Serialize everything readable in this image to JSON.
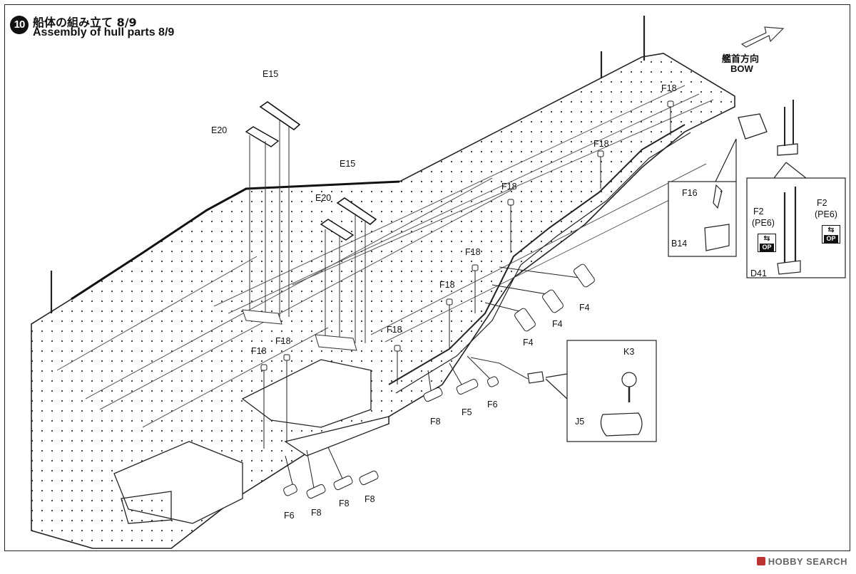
{
  "header": {
    "step_number": "10",
    "title_jp": "船体の組み立て 8/9",
    "title_en": "Assembly of hull parts 8/9"
  },
  "direction": {
    "label_jp": "艦首方向",
    "label_en": "BOW"
  },
  "parts": {
    "e15_a": "E15",
    "e20_a": "E20",
    "e15_b": "E15",
    "e20_b": "E20",
    "f18_1": "F18",
    "f18_2": "F18",
    "f18_3": "F18",
    "f18_4": "F18",
    "f18_5": "F18",
    "f18_6": "F18",
    "f18_7": "F18",
    "f18_8": "F18",
    "f4_1": "F4",
    "f4_2": "F4",
    "f4_3": "F4",
    "f6_1": "F6",
    "f6_2": "F6",
    "f5": "F5",
    "f8_1": "F8",
    "f8_2": "F8",
    "f8_3": "F8",
    "f8_4": "F8"
  },
  "insets": {
    "catapult": {
      "f16": "F16",
      "b14": "B14"
    },
    "mast": {
      "f2_left": "F2",
      "pe6_left": "(PE6)",
      "f2_right": "F2",
      "pe6_right": "(PE6)",
      "d41": "D41",
      "op_left": "OP",
      "op_right": "OP"
    },
    "crane": {
      "k3": "K3",
      "j5": "J5"
    }
  },
  "watermark": "HOBBY SEARCH"
}
